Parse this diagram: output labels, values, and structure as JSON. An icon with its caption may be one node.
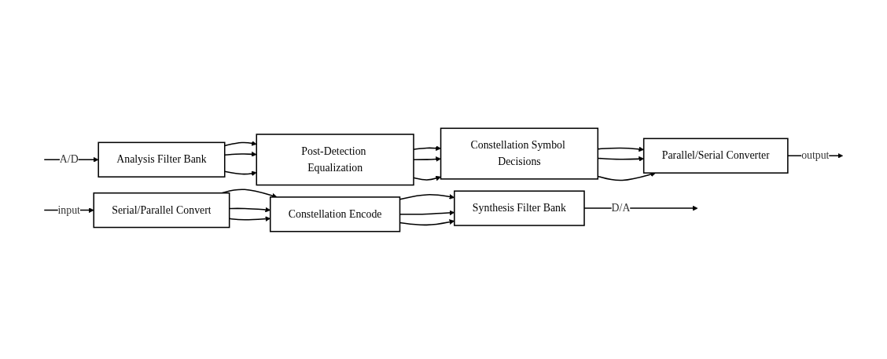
{
  "diagram": {
    "nodes": [
      {
        "text": [
          "Serial/Parallel Convert"
        ]
      },
      {
        "text": [
          "Constellation Encode"
        ]
      },
      {
        "text": [
          "Synthesis Filter Bank"
        ]
      },
      {
        "text": [
          "Parallel/Serial Converter"
        ]
      },
      {
        "text": [
          "Constellation Symbol Decisions"
        ]
      },
      {
        "text": [
          "Post-Detection Equalization"
        ]
      },
      {
        "text": [
          "Analysis Filter Bank"
        ]
      }
    ],
    "edges": [
      {
        "from": null,
        "to": 0,
        "arrow": "to",
        "label": "input"
      },
      {
        "from": 0,
        "to": 1,
        "arrow": "to"
      },
      {
        "from": 0,
        "to": 1,
        "arrow": "to"
      },
      {
        "from": 0,
        "to": 1,
        "arrow": "to"
      },
      {
        "from": 1,
        "to": 2,
        "arrow": "to"
      },
      {
        "from": 1,
        "to": 2,
        "arrow": "to"
      },
      {
        "from": 1,
        "to": 2,
        "arrow": "to"
      },
      {
        "from": 2,
        "to": null,
        "arrow": "to",
        "label": "D/A"
      },
      {
        "from": null,
        "to": 6,
        "arrow": "to",
        "label": "A/D"
      },
      {
        "from": 6,
        "to": 5,
        "arrow": "to"
      },
      {
        "from": 6,
        "to": 5,
        "arrow": "to"
      },
      {
        "from": 6,
        "to": 5,
        "arrow": "to"
      },
      {
        "from": 5,
        "to": 4,
        "arrow": "to"
      },
      {
        "from": 5,
        "to": 4,
        "arrow": "to"
      },
      {
        "from": 5,
        "to": 4,
        "arrow": "to"
      },
      {
        "from": 4,
        "to": 3,
        "arrow": "to"
      },
      {
        "from": 4,
        "to": 3,
        "arrow": "to"
      },
      {
        "from": 4,
        "to": 3,
        "arrow": "to"
      },
      {
        "from": 3,
        "to": null,
        "arrow": "to",
        "label": "output"
      }
    ]
  }
}
